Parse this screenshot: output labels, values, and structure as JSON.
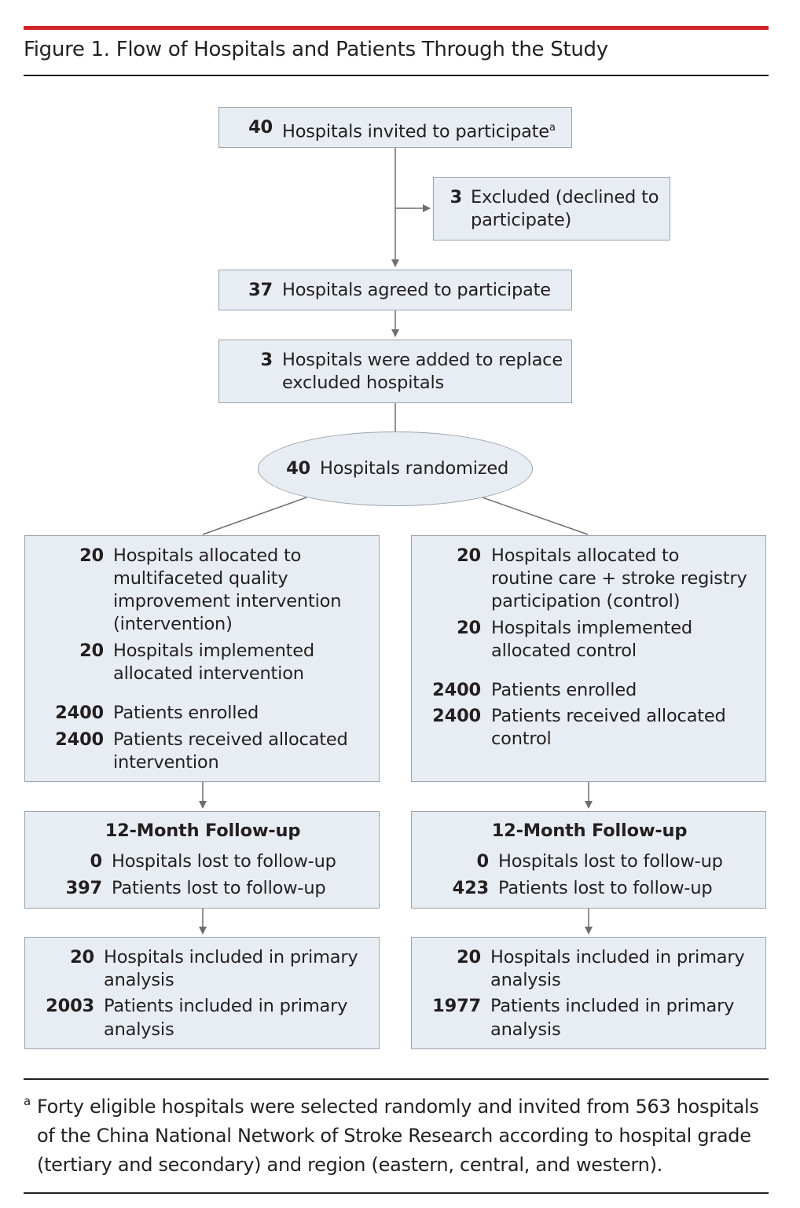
{
  "figure": {
    "title": "Figure 1. Flow of Hospitals and Patients Through the Study"
  },
  "boxes": {
    "invited": {
      "num": "40",
      "lines": [
        "Hospitals invited to participate"
      ],
      "sup": "a"
    },
    "excluded": {
      "num": "3",
      "lines": [
        "Excluded (declined to",
        "participate)"
      ]
    },
    "agreed": {
      "num": "37",
      "lines": [
        "Hospitals agreed to participate"
      ]
    },
    "added": {
      "num": "3",
      "lines": [
        "Hospitals were added to replace",
        "excluded hospitals"
      ]
    },
    "randomized": {
      "num": "40",
      "lines": [
        "Hospitals randomized"
      ]
    }
  },
  "intervention": {
    "allocation": [
      {
        "num": "20",
        "lines": [
          "Hospitals allocated to",
          "multifaceted quality",
          "improvement intervention",
          "(intervention)"
        ]
      },
      {
        "num": "20",
        "lines": [
          "Hospitals implemented",
          "allocated intervention"
        ]
      },
      {
        "num": "2400",
        "lines": [
          "Patients enrolled"
        ]
      },
      {
        "num": "2400",
        "lines": [
          "Patients received allocated",
          "intervention"
        ]
      }
    ],
    "followup": {
      "heading": "12-Month Follow-up",
      "items": [
        {
          "num": "0",
          "lines": [
            "Hospitals lost to follow-up"
          ]
        },
        {
          "num": "397",
          "lines": [
            "Patients lost to follow-up"
          ]
        }
      ]
    },
    "analysis": [
      {
        "num": "20",
        "lines": [
          "Hospitals included in primary",
          "analysis"
        ]
      },
      {
        "num": "2003",
        "lines": [
          "Patients included in primary",
          "analysis"
        ]
      }
    ]
  },
  "control": {
    "allocation": [
      {
        "num": "20",
        "lines": [
          "Hospitals allocated to",
          "routine care + stroke registry",
          "participation (control)"
        ]
      },
      {
        "num": "20",
        "lines": [
          "Hospitals implemented",
          "allocated control"
        ]
      },
      {
        "num": "2400",
        "lines": [
          "Patients enrolled"
        ]
      },
      {
        "num": "2400",
        "lines": [
          "Patients received allocated",
          "control"
        ]
      }
    ],
    "followup": {
      "heading": "12-Month Follow-up",
      "items": [
        {
          "num": "0",
          "lines": [
            "Hospitals lost to follow-up"
          ]
        },
        {
          "num": "423",
          "lines": [
            "Patients lost to follow-up"
          ]
        }
      ]
    },
    "analysis": [
      {
        "num": "20",
        "lines": [
          "Hospitals included in primary",
          "analysis"
        ]
      },
      {
        "num": "1977",
        "lines": [
          "Patients included in primary",
          "analysis"
        ]
      }
    ]
  },
  "footnote": {
    "marker": "a",
    "text": "Forty eligible hospitals were selected randomly and invited from 563 hospitals of the China National Network of Stroke Research according to hospital grade (tertiary and secondary) and region (eastern, central, and western)."
  }
}
